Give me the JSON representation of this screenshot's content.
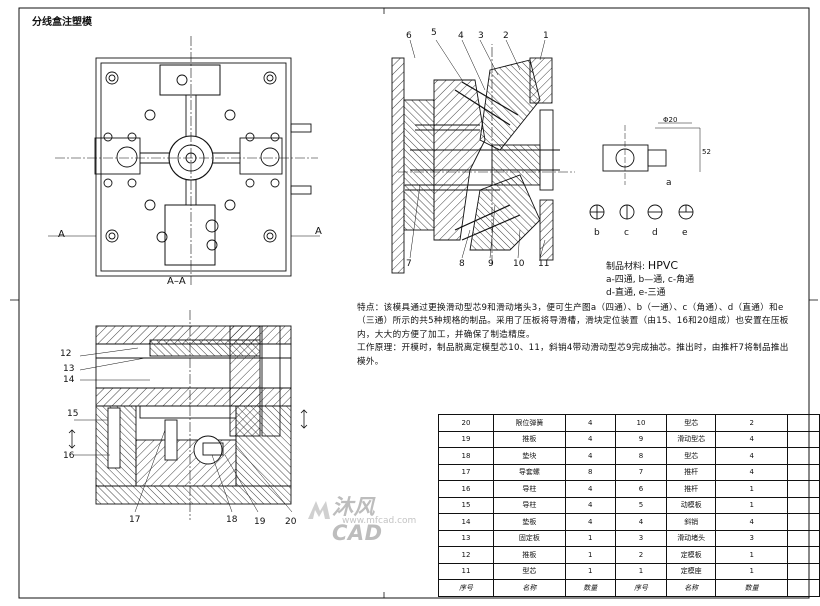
{
  "title": "分线盒注塑模",
  "section_labels": {
    "a_left": "A",
    "a_right": "A",
    "a_a": "A–A"
  },
  "callouts": {
    "top": [
      "6",
      "5",
      "4",
      "3",
      "2",
      "1"
    ],
    "bottom": [
      "7",
      "8",
      "9",
      "10",
      "11"
    ],
    "left": [
      "12",
      "13",
      "14",
      "15",
      "16"
    ],
    "lower": [
      "17",
      "18",
      "19",
      "20"
    ]
  },
  "detail": {
    "dim_dia": "Φ20",
    "dim_h": "52",
    "label": "a",
    "variants": [
      "b",
      "c",
      "d",
      "e"
    ]
  },
  "material": {
    "label": "制品材料:",
    "value": "HPVC",
    "line1": "a-四通, b—通, c-角通",
    "line2": "d-直通, e-三通"
  },
  "notes": {
    "features": "特点：该模具通过更换滑动型芯9和滑动堵头3，便可生产图a（四通）、b（一通）、c（角通）、d（直通）和e（三通）所示的共5种规格的制品。采用了压板将导滑槽，滑块定位装置（由15、16和20组成）也安置在压板内，大大的方便了加工，并确保了制造精度。",
    "principle": "工作原理：开模时，制品脱离定模型芯10、11，斜销4带动滑动型芯9完成抽芯。推出时，由推杆7将制品推出模外。"
  },
  "bom": {
    "rows": [
      [
        "20",
        "限位弹簧",
        "4",
        "10",
        "型芯",
        "2"
      ],
      [
        "19",
        "推板",
        "4",
        "9",
        "滑动型芯",
        "4"
      ],
      [
        "18",
        "垫块",
        "4",
        "8",
        "型芯",
        "4"
      ],
      [
        "17",
        "导套螺",
        "8",
        "7",
        "推杆",
        "4"
      ],
      [
        "16",
        "导柱",
        "4",
        "6",
        "推杆",
        "1"
      ],
      [
        "15",
        "导柱",
        "4",
        "5",
        "动模板",
        "1"
      ],
      [
        "14",
        "垫板",
        "4",
        "4",
        "斜销",
        "4"
      ],
      [
        "13",
        "固定板",
        "1",
        "3",
        "滑动堵头",
        "3"
      ],
      [
        "12",
        "推板",
        "1",
        "2",
        "定模板",
        "1"
      ],
      [
        "11",
        "型芯",
        "1",
        "1",
        "定模座",
        "1"
      ]
    ],
    "header": [
      "序号",
      "名称",
      "数量",
      "序号",
      "名称",
      "数量"
    ]
  },
  "watermark": {
    "text": "沐风CAD",
    "url": "www.mfcad.com"
  }
}
